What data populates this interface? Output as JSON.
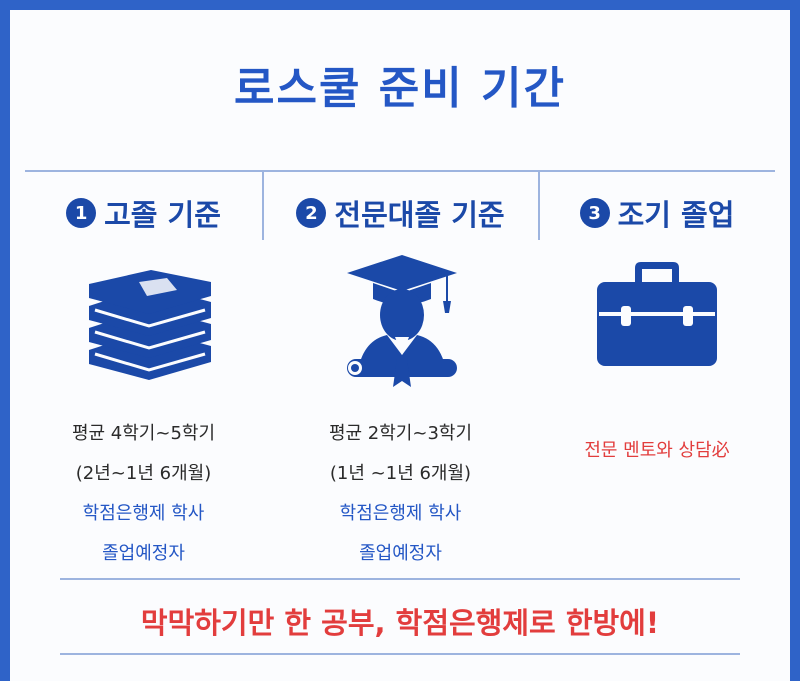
{
  "title": "로스쿨 준비 기간",
  "columns": [
    {
      "number": "1",
      "heading": "고졸 기준",
      "icon": "books-icon",
      "lines": [
        "평균 4학기~5학기",
        "(2년~1년 6개월)",
        "학점은행제 학사",
        "졸업예정자"
      ]
    },
    {
      "number": "2",
      "heading": "전문대졸 기준",
      "icon": "graduate-icon",
      "lines": [
        "평균 2학기~3학기",
        "(1년 ~1년 6개월)",
        "학점은행제 학사",
        "졸업예정자"
      ]
    },
    {
      "number": "3",
      "heading": "조기 졸업",
      "icon": "briefcase-icon",
      "lines": [
        "전문 멘토와 상담必"
      ]
    }
  ],
  "bottom_text": "막막하기만 한 공부, 학점은행제로 한방에!",
  "colors": {
    "primary": "#2457c5",
    "dark_blue": "#1b49a8",
    "accent_red": "#e23d3d",
    "border": "#2f63c8"
  }
}
